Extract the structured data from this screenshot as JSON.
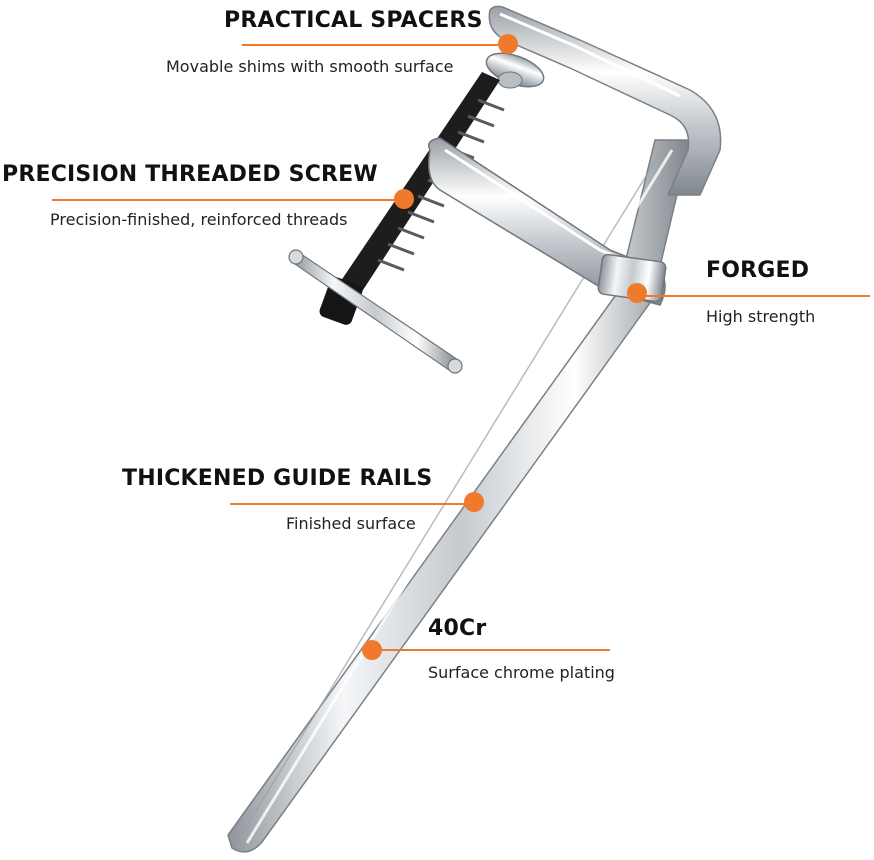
{
  "accent_color": "#f07a2c",
  "callouts": [
    {
      "id": "spacers",
      "title": "PRACTICAL SPACERS",
      "subtitle": "Movable shims with smooth surface"
    },
    {
      "id": "screw",
      "title": "PRECISION THREADED SCREW",
      "subtitle": "Precision-finished, reinforced threads"
    },
    {
      "id": "forged",
      "title": "FORGED",
      "subtitle": "High strength"
    },
    {
      "id": "rails",
      "title": "THICKENED GUIDE RAILS",
      "subtitle": "Finished surface"
    },
    {
      "id": "material",
      "title": "40Cr",
      "subtitle": "Surface chrome plating"
    }
  ]
}
